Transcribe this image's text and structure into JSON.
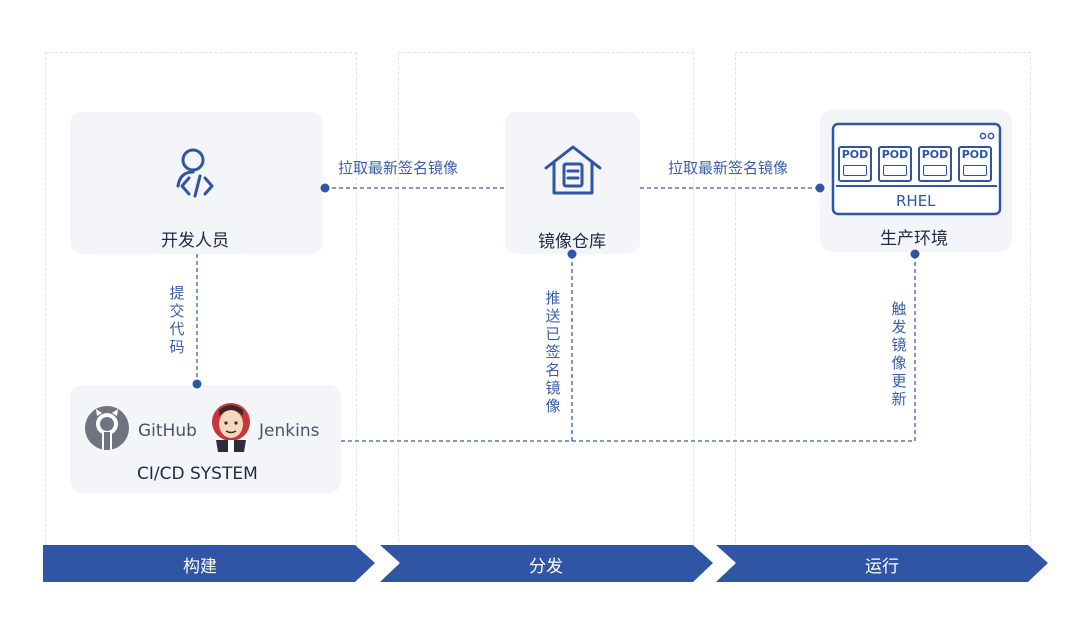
{
  "nodes": {
    "developer": {
      "label": "开发人员"
    },
    "registry": {
      "label": "镜像仓库"
    },
    "production": {
      "label": "生产环境",
      "os": "RHEL",
      "pod_label": "POD"
    },
    "cicd": {
      "label": "CI/CD SYSTEM",
      "tool_github": "GitHub",
      "tool_jenkins": "Jenkins"
    }
  },
  "edges": {
    "pull_left": "拉取最新签名镜像",
    "pull_right": "拉取最新签名镜像",
    "commit": "提交代码",
    "push": "推送已签名镜像",
    "trigger": "触发镜像更新"
  },
  "stages": [
    "构建",
    "分发",
    "运行"
  ],
  "colors": {
    "primary": "#2f55a4",
    "dash": "#3b5ea9",
    "card": "#f3f5f9"
  }
}
